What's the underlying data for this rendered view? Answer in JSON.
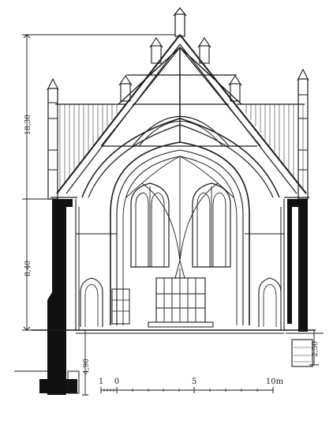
{
  "dimensions": {
    "total_height": "18,30",
    "wall_height": "8,40",
    "foundation_left": "4,90",
    "foundation_right": "2,50"
  },
  "scale_bar": {
    "labels": [
      "1",
      "0",
      "5",
      "10m"
    ]
  },
  "colors": {
    "ink": "#1a1a1a",
    "wall_fill": "#111111",
    "paper": "#ffffff"
  }
}
